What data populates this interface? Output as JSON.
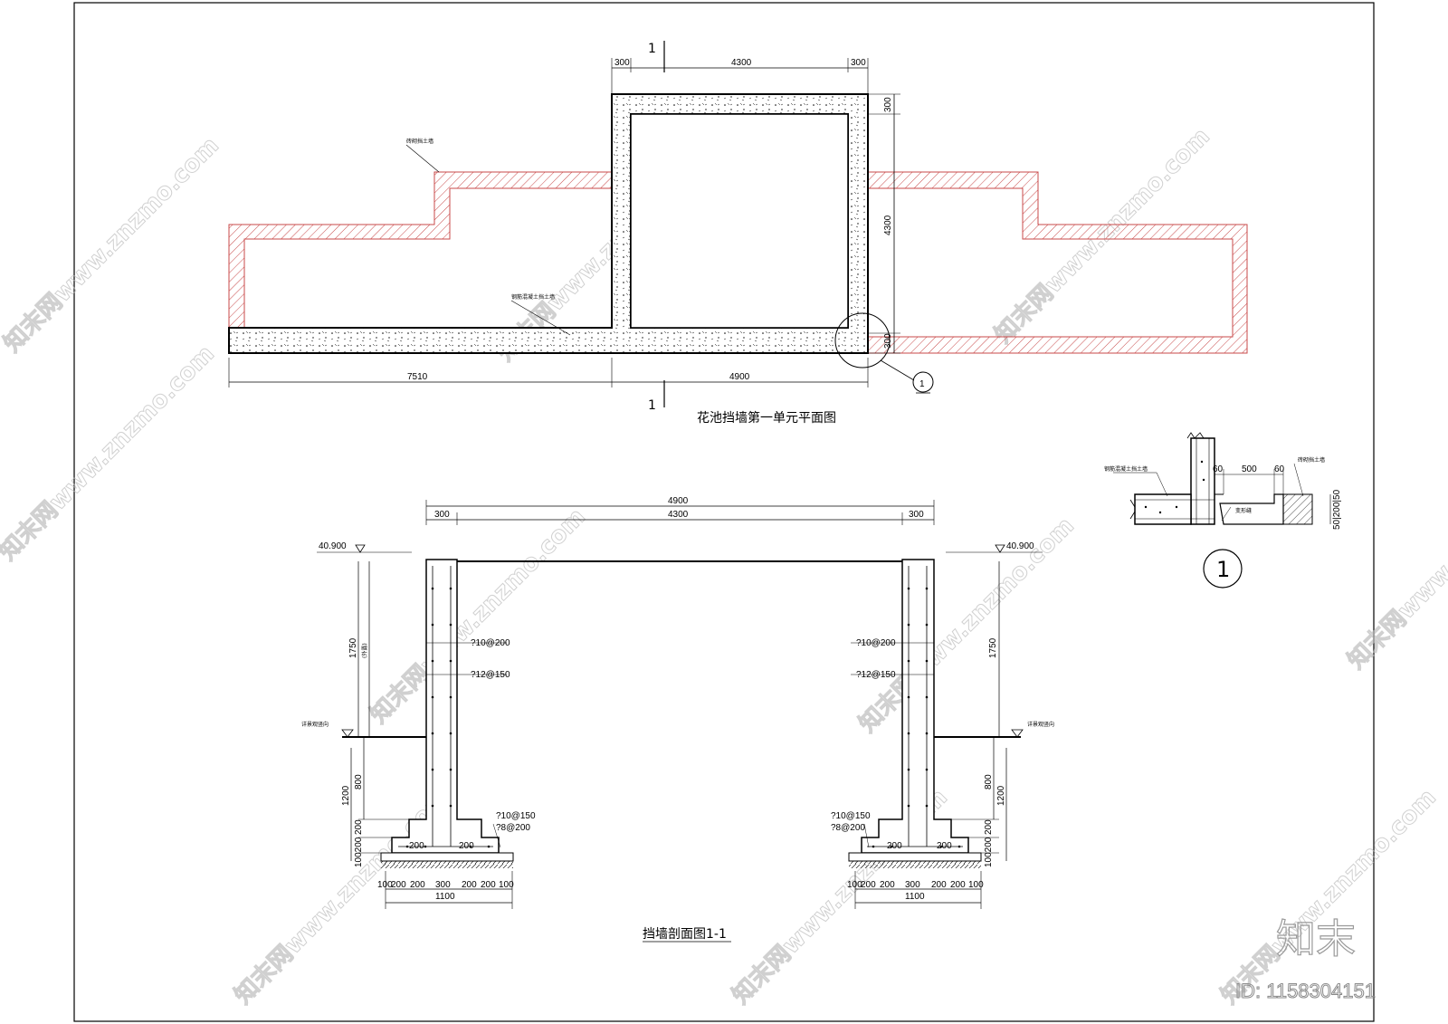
{
  "plan": {
    "title": "花池挡墙第一单元平面图",
    "section_mark": "1",
    "dims_top": [
      "300",
      "4300",
      "300"
    ],
    "dims_bottom": [
      "7510",
      "4900"
    ],
    "dims_right": [
      "300",
      "4300",
      "300"
    ],
    "label_brick": "砖砌挡土墙",
    "label_concrete": "钢筋混凝土挡土墙",
    "detail_ref": "1"
  },
  "section": {
    "title": "挡墙剖面图1-1",
    "dim_total": "4900",
    "dims_top": [
      "300",
      "4300",
      "300"
    ],
    "elevation_left": "40.900",
    "elevation_right": "40.900",
    "ground_label": "详景观竖向",
    "height_upper": "1750",
    "height_upper_note": "(外露)",
    "height_mid": "800",
    "height_total": "1200",
    "height_step": "200",
    "height_base": "100200",
    "rebar_1": "?10@200",
    "rebar_2": "?12@150",
    "rebar_3": "?10@150",
    "rebar_4": "?8@200",
    "footing_offset": "200",
    "base_dims": [
      "100",
      "200",
      "200",
      "300",
      "200",
      "200",
      "100"
    ],
    "base_total": "1100"
  },
  "detail": {
    "number": "1",
    "dims": [
      "60",
      "500",
      "60"
    ],
    "vertical_dims": "50|200|50",
    "label_concrete": "钢筋混凝土挡土墙",
    "label_brick": "砖砌挡土墙",
    "label_joint": "变形缝"
  },
  "watermark": {
    "site": "知末网www.znzmo.com",
    "logo": "知末",
    "id": "ID: 1158304151"
  }
}
